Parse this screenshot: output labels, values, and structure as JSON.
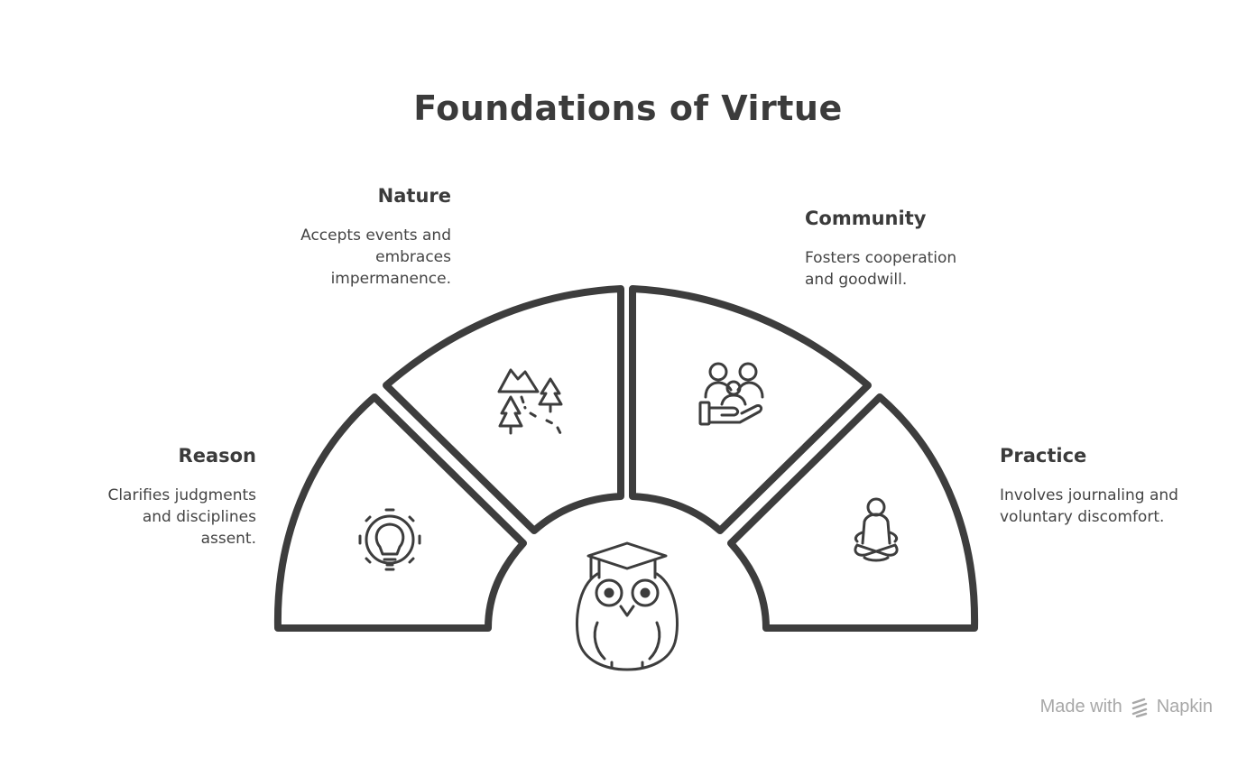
{
  "title": "Foundations of Virtue",
  "sections": {
    "nature": {
      "title": "Nature",
      "description": "Accepts events and embraces impermanence.",
      "icon": "landscape-icon"
    },
    "community": {
      "title": "Community",
      "description": "Fosters cooperation and goodwill.",
      "icon": "community-hand-icon"
    },
    "reason": {
      "title": "Reason",
      "description": "Clarifies judgments and disciplines assent.",
      "icon": "lightbulb-gear-icon"
    },
    "practice": {
      "title": "Practice",
      "description": "Involves journaling and voluntary discomfort.",
      "icon": "meditation-icon"
    }
  },
  "center_icon": "owl-graduate-icon",
  "footer": {
    "made_with": "Made with",
    "brand": "Napkin"
  },
  "colors": {
    "stroke": "#3d3d3d",
    "text": "#3b3b3b",
    "footer": "#a8a8a8",
    "background": "#ffffff"
  }
}
